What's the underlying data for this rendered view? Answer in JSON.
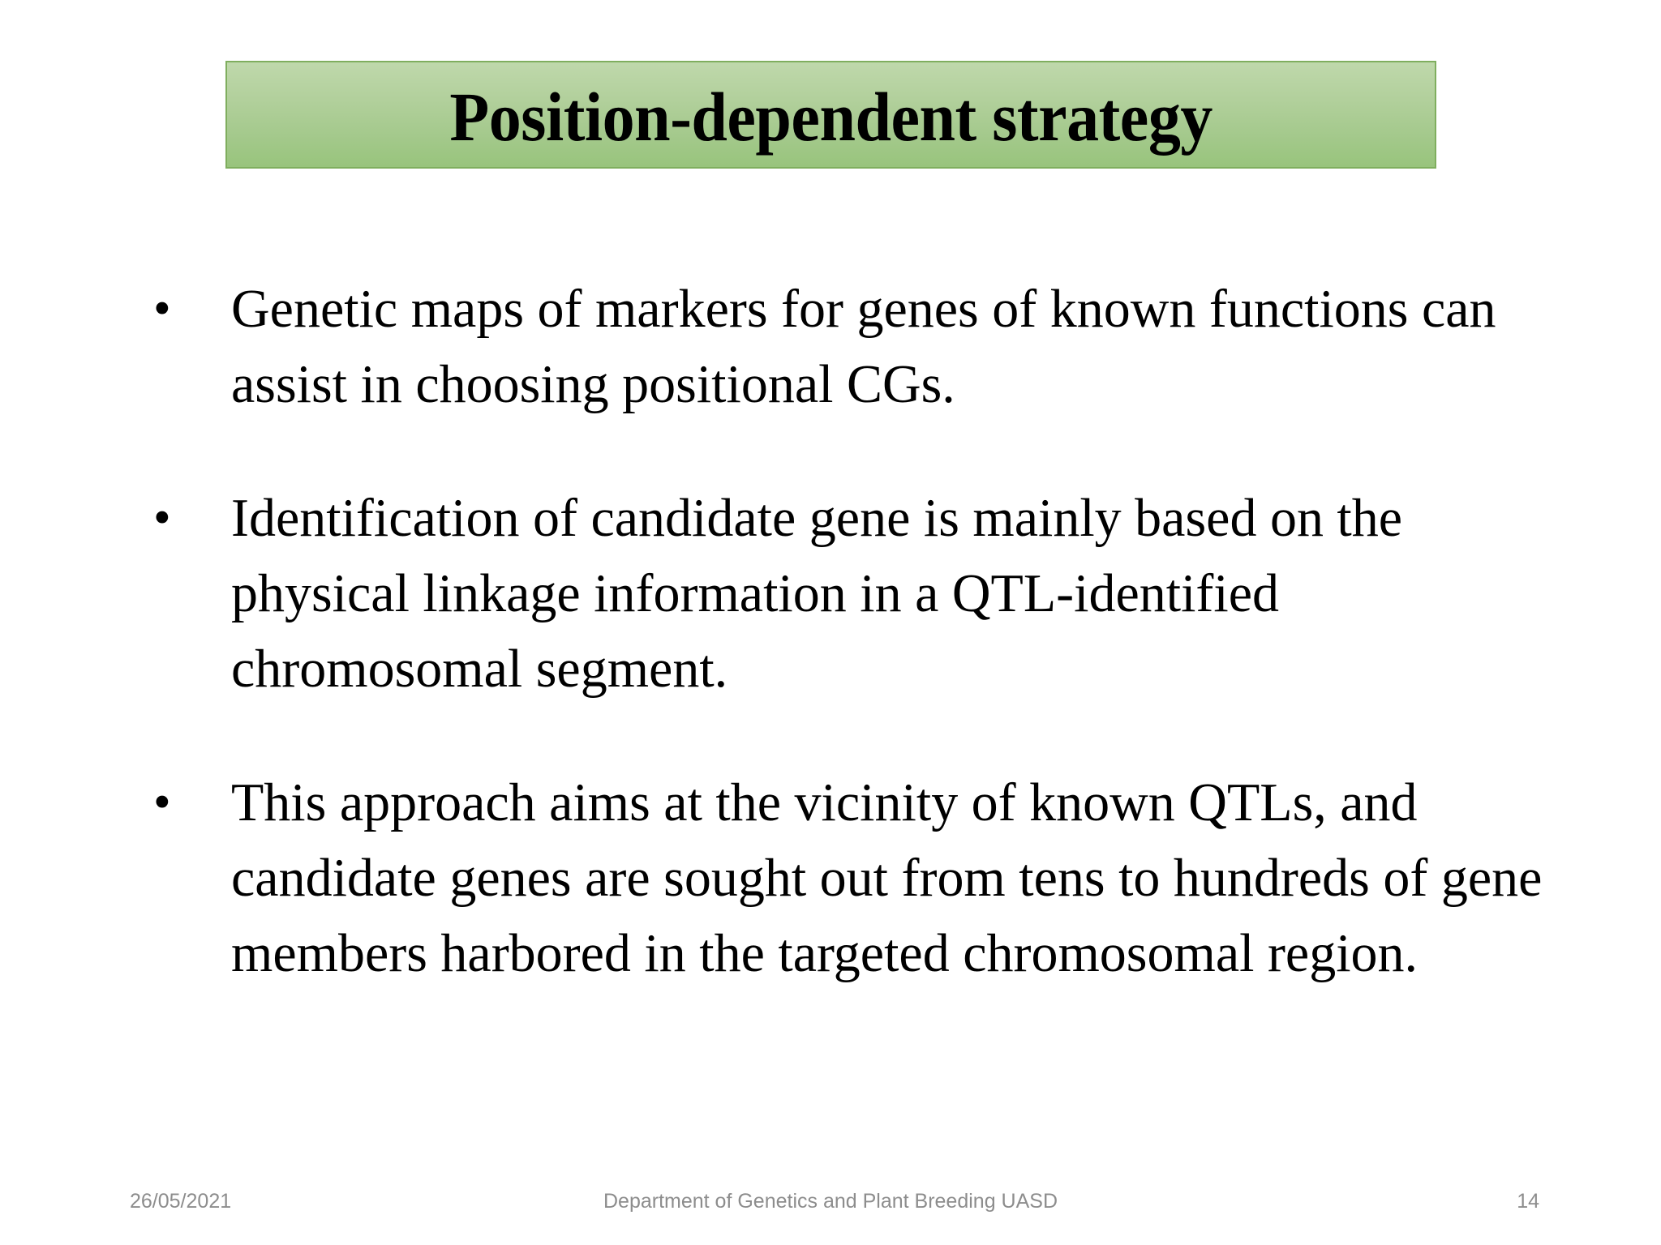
{
  "slide": {
    "title": "Position-dependent strategy",
    "banner_color_top": "#bfd8ab",
    "banner_color_bottom": "#98c47c",
    "banner_border_color": "#7fae5e",
    "text_color": "#000000",
    "background_color": "#ffffff"
  },
  "bullets": [
    {
      "marker": "•",
      "text": "Genetic maps of markers for genes of known functions can assist in choosing positional CGs."
    },
    {
      "marker": "•",
      "text": "Identification of candidate gene is mainly based on the physical linkage information in a QTL-identified chromosomal segment."
    },
    {
      "marker": "•",
      "text": "This approach aims at the vicinity of known QTLs, and candidate genes are sought out from tens to hundreds of gene members harbored in the targeted chromosomal region."
    }
  ],
  "footer": {
    "date": "26/05/2021",
    "center": "Department of Genetics and Plant Breeding UASD",
    "page_number": "14",
    "color": "#8d8d8d"
  }
}
